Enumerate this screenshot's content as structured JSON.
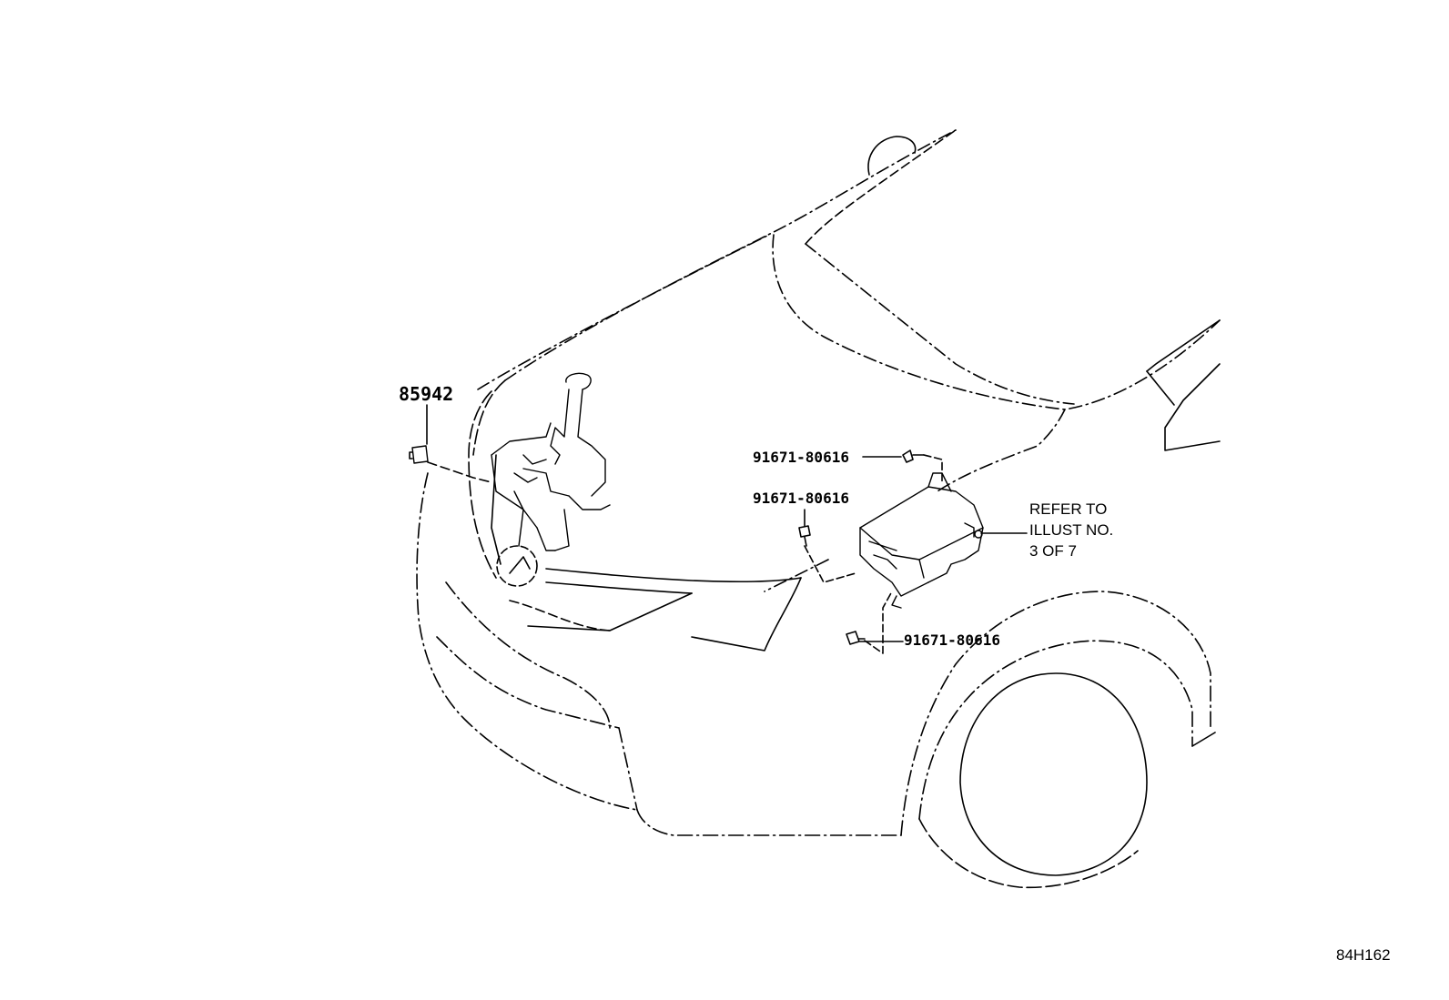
{
  "callouts": {
    "part_85942": "85942",
    "bolt_upper": "91671-80616",
    "bolt_middle": "91671-80616",
    "bolt_lower": "91671-80616"
  },
  "note": {
    "line1": "REFER TO",
    "line2": "ILLUST NO.",
    "line3": "3 OF 7"
  },
  "illustration_code": "84H162",
  "colors": {
    "ink": "#000000",
    "background": "#ffffff"
  }
}
